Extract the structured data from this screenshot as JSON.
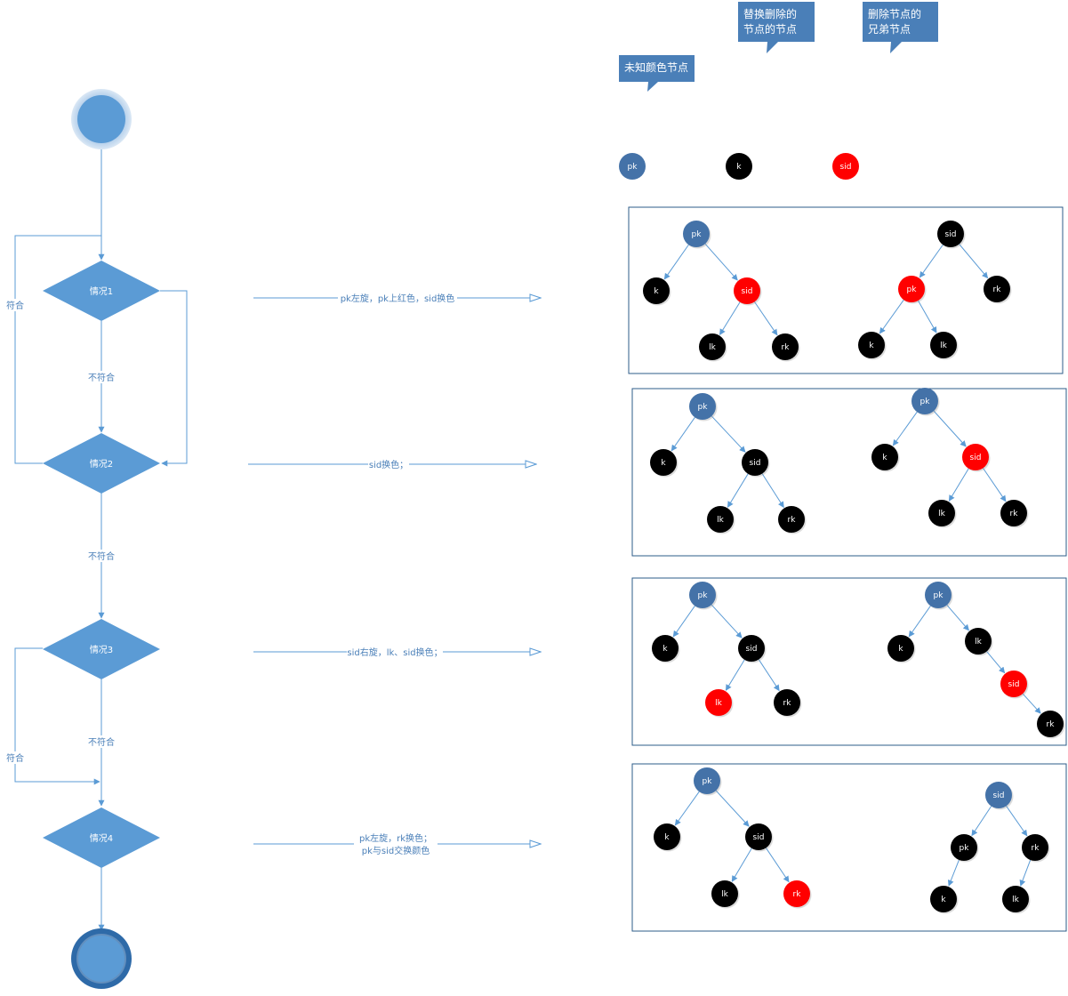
{
  "colors": {
    "flow": "#5b9bd5",
    "flow_dark": "#4a7fb8",
    "unknown_node": "#4472a8",
    "black_node": "#000000",
    "red_node": "#ff0000",
    "callout": "#4a7fb8",
    "box_border": "#2e5c8a"
  },
  "legend": {
    "unknown": {
      "text": "未知颜色节点",
      "node_label": "pk"
    },
    "replace": {
      "line1": "替换删除的",
      "line2": "节点的节点",
      "node_label": "k"
    },
    "sibling": {
      "line1": "删除节点的",
      "line2": "兄弟节点",
      "node_label": "sid"
    }
  },
  "flow": {
    "cases": [
      "情况1",
      "情况2",
      "情况3",
      "情况4"
    ],
    "match_label": "符合",
    "nomatch_label": "不符合",
    "actions": [
      [
        "pk左旋，pk上红色，sid换色"
      ],
      [
        "sid换色；"
      ],
      [
        "sid右旋，lk、sid换色；"
      ],
      [
        "pk左旋，rk换色；",
        "pk与sid交换颜色"
      ]
    ]
  },
  "trees": [
    {
      "before": {
        "pk": "pk",
        "k": "k",
        "sid": "sid",
        "lk": "lk",
        "rk": "rk"
      },
      "after": {
        "sid": "sid",
        "pk": "pk",
        "rk": "rk",
        "k": "k",
        "lk": "lk"
      }
    },
    {
      "before": {
        "pk": "pk",
        "k": "k",
        "sid": "sid",
        "lk": "lk",
        "rk": "rk"
      },
      "after": {
        "pk": "pk",
        "k": "k",
        "sid": "sid",
        "lk": "lk",
        "rk": "rk"
      }
    },
    {
      "before": {
        "pk": "pk",
        "k": "k",
        "sid": "sid",
        "lk": "lk",
        "rk": "rk"
      },
      "after": {
        "pk": "pk",
        "k": "k",
        "lk": "lk",
        "sid": "sid",
        "rk": "rk"
      }
    },
    {
      "before": {
        "pk": "pk",
        "k": "k",
        "sid": "sid",
        "lk": "lk",
        "rk": "rk"
      },
      "after": {
        "sid": "sid",
        "pk": "pk",
        "rk": "rk",
        "k": "k",
        "lk": "lk"
      }
    }
  ]
}
